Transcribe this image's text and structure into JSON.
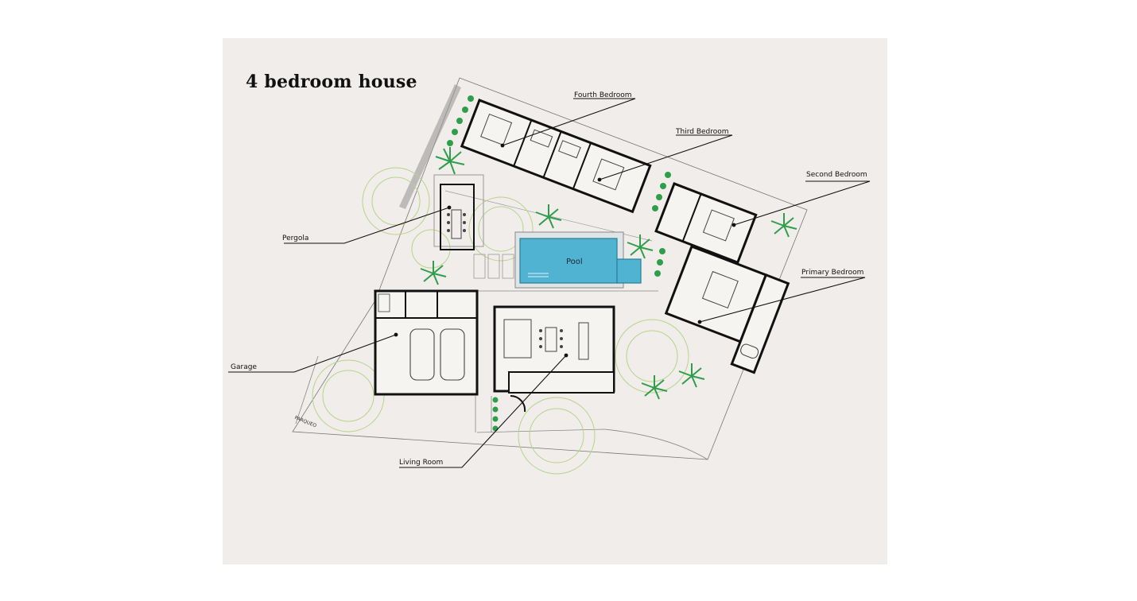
{
  "title": "4 bedroom house",
  "rooms": {
    "fourth_bedroom": "Fourth Bedroom",
    "third_bedroom": "Third Bedroom",
    "second_bedroom": "Second Bedroom",
    "primary_bedroom": "Primary Bedroom",
    "pergola": "Pergola",
    "pool": "Pool",
    "garage": "Garage",
    "living_room": "Living Room",
    "parking": "PARQUEO"
  },
  "colors": {
    "background": "#f0edea",
    "wall": "#111111",
    "pool_water": "#4fb3d1",
    "tree_outline": "#b8d48a",
    "palm": "#2f9e4a"
  }
}
